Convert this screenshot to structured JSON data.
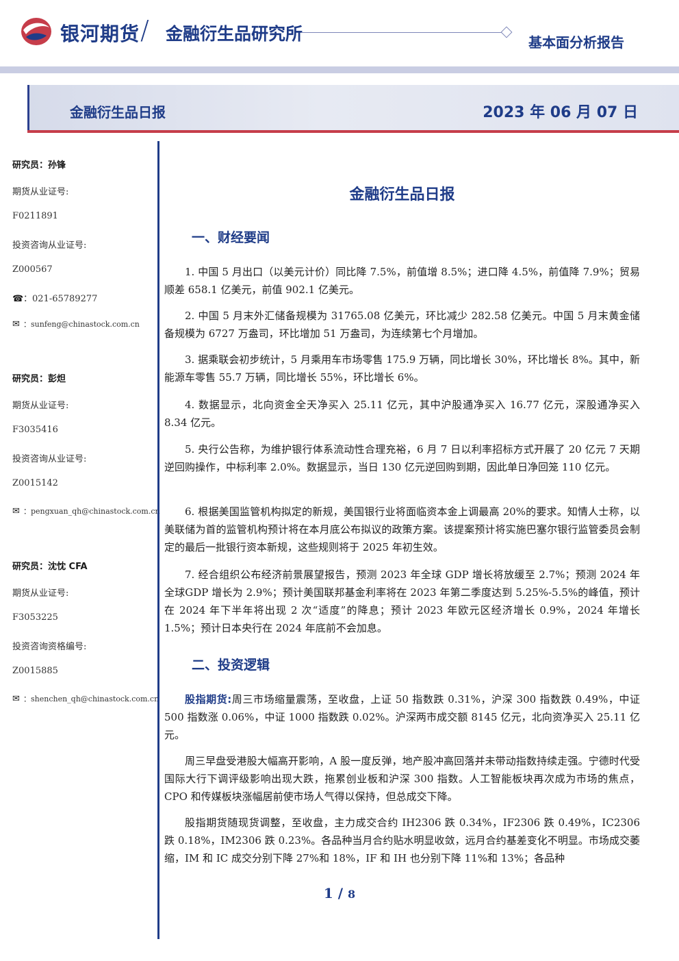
{
  "header": {
    "brand": "银河期货",
    "slash": "/",
    "institute": "金融衍生品研究所",
    "report_type": "基本面分析报告",
    "accent_color": "#1f3c88",
    "logo_red": "#c63d4a"
  },
  "banner": {
    "title": "金融衍生品日报",
    "date": "2023 年 06 月 07 日"
  },
  "analysts": [
    {
      "role_name": "研究员：孙锋",
      "cert_label": "期货从业证号:",
      "cert_no": "F0211891",
      "advisory_label": "投资咨询从业证号:",
      "advisory_no": "Z000567",
      "phone": "021-65789277",
      "email": "sunfeng@chinastock.com.cn"
    },
    {
      "role_name": "研究员：彭炟",
      "cert_label": "期货从业证号:",
      "cert_no": "F3035416",
      "advisory_label": "投资咨询从业证号:",
      "advisory_no": "Z0015142",
      "email": "pengxuan_qh@chinastock.com.cn"
    },
    {
      "role_name": "研究员：沈忱  CFA",
      "cert_label": "期货从业证号:",
      "cert_no": "F3053225",
      "advisory_label": "投资咨询资格编号:",
      "advisory_no": "Z0015885",
      "email": "shenchen_qh@chinastock.com.cn"
    }
  ],
  "main": {
    "title": "金融衍生品日报",
    "sections": [
      {
        "heading": "一、财经要闻",
        "paragraphs": [
          "1. 中国 5 月出口（以美元计价）同比降 7.5%，前值增 8.5%；进口降 4.5%，前值降 7.9%；贸易顺差 658.1 亿美元，前值 902.1 亿美元。",
          "2. 中国 5 月末外汇储备规模为 31765.08 亿美元，环比减少 282.58 亿美元。中国 5 月末黄金储备规模为 6727 万盎司，环比增加 51 万盎司，为连续第七个月增加。",
          "3. 据乘联会初步统计，5 月乘用车市场零售 175.9 万辆，同比增长 30%，环比增长 8%。其中，新能源车零售 55.7 万辆，同比增长 55%，环比增长 6%。",
          "4. 数据显示，北向资金全天净买入 25.11 亿元，其中沪股通净买入 16.77 亿元，深股通净买入 8.34 亿元。",
          "5. 央行公告称，为维护银行体系流动性合理充裕，6 月 7 日以利率招标方式开展了 20 亿元 7 天期逆回购操作，中标利率 2.0%。数据显示，当日 130 亿元逆回购到期，因此单日净回笼 110 亿元。",
          "6. 根据美国监管机构拟定的新规，美国银行业将面临资本金上调最高 20%的要求。知情人士称，以美联储为首的监管机构预计将在本月底公布拟议的政策方案。该提案预计将实施巴塞尔银行监管委员会制定的最后一批银行资本新规，这些规则将于 2025 年初生效。",
          "7. 经合组织公布经济前景展望报告，预测 2023 年全球 GDP 增长将放缓至 2.7%；预测 2024 年全球GDP 增长为 2.9%；预计美国联邦基金利率将在 2023 年第二季度达到 5.25%-5.5%的峰值，预计在 2024 年下半年将出现 2 次“适度”的降息；预计 2023 年欧元区经济增长 0.9%，2024 年增长 1.5%；预计日本央行在 2024 年底前不会加息。"
        ]
      },
      {
        "heading": "二、投资逻辑",
        "lead": "股指期货:",
        "lead_text": "周三市场缩量震荡，至收盘，上证 50 指数跌 0.31%，沪深 300 指数跌 0.49%，中证 500 指数涨 0.06%，中证 1000 指数跌 0.02%。沪深两市成交额 8145 亿元，北向资净买入 25.11 亿元。",
        "paragraphs": [
          "周三早盘受港股大幅高开影响，A 股一度反弹，地产股冲高回落并未带动指数持续走强。宁德时代受国际大行下调评级影响出现大跌，拖累创业板和沪深 300 指数。人工智能板块再次成为市场的焦点，CPO 和传媒板块涨幅居前使市场人气得以保持，但总成交下降。",
          "股指期货随现货调整，至收盘，主力成交合约 IH2306 跌 0.34%，IF2306 跌 0.49%，IC2306 跌 0.18%，IM2306 跌 0.23%。各品种当月合约贴水明显收敛，远月合约基差变化不明显。市场成交萎缩，IM 和 IC 成交分别下降 27%和 18%，IF 和 IH 也分别下降 11%和 13%；各品种"
        ]
      }
    ]
  },
  "footer": {
    "page": "1",
    "sep": "/",
    "total": "8"
  }
}
